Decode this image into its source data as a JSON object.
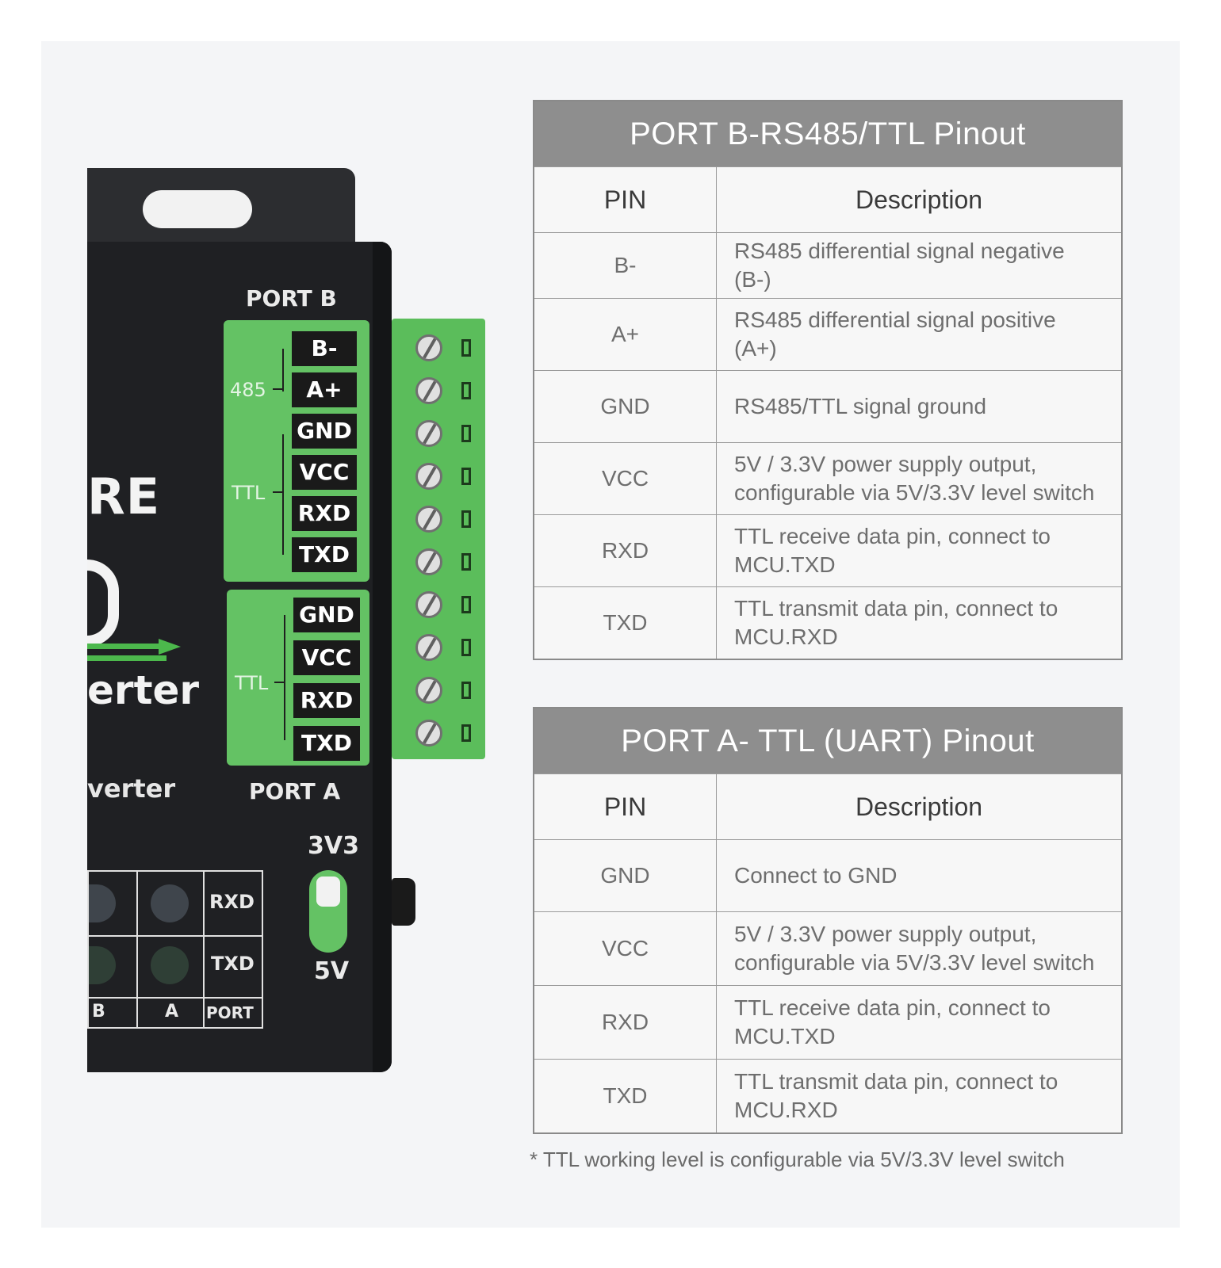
{
  "device": {
    "brand_fragment": "RE",
    "title_fragment": "erter",
    "subtitle_fragment": "verter",
    "port_b_label": "PORT B",
    "port_a_label": "PORT A",
    "port_b_pins": [
      "B-",
      "A+",
      "GND",
      "VCC",
      "RXD",
      "TXD"
    ],
    "port_a_pins": [
      "GND",
      "VCC",
      "RXD",
      "TXD"
    ],
    "group_485": "485",
    "group_ttl_b": "TTL",
    "group_ttl_a": "TTL",
    "led_labels": {
      "rxd": "RXD",
      "txd": "TXD",
      "b": "B",
      "a": "A",
      "port": "PORT"
    },
    "switch_top": "3V3",
    "switch_bottom": "5V",
    "colors": {
      "case": "#1f2023",
      "terminal_green": "#64c264"
    }
  },
  "table_b": {
    "title": "PORT B-RS485/TTL Pinout",
    "col_pin": "PIN",
    "col_desc": "Description",
    "rows": [
      {
        "pin": "B-",
        "desc": "RS485 differential signal negative (B-)"
      },
      {
        "pin": "A+",
        "desc": "RS485 differential signal positive (A+)"
      },
      {
        "pin": "GND",
        "desc": "RS485/TTL signal ground"
      },
      {
        "pin": "VCC",
        "desc": "5V / 3.3V power supply output, configurable via 5V/3.3V level switch"
      },
      {
        "pin": "RXD",
        "desc": "TTL receive data pin, connect to MCU.TXD"
      },
      {
        "pin": "TXD",
        "desc": "TTL transmit data pin, connect to MCU.RXD"
      }
    ]
  },
  "table_a": {
    "title": "PORT A- TTL (UART) Pinout",
    "col_pin": "PIN",
    "col_desc": "Description",
    "rows": [
      {
        "pin": "GND",
        "desc": "Connect to GND"
      },
      {
        "pin": "VCC",
        "desc": "5V / 3.3V power supply output, configurable via 5V/3.3V level switch"
      },
      {
        "pin": "RXD",
        "desc": "TTL receive data pin, connect to MCU.TXD"
      },
      {
        "pin": "TXD",
        "desc": "TTL transmit data pin, connect to MCU.RXD"
      }
    ]
  },
  "footnote": "* TTL working level is configurable via 5V/3.3V level switch"
}
